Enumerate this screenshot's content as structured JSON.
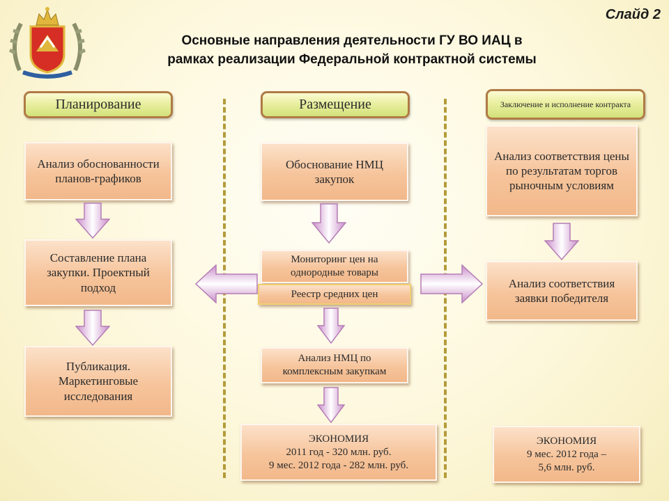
{
  "slide_label": "Слайд 2",
  "title": {
    "line1": "Основные направления деятельности ГУ ВО ИАЦ в",
    "line2": "рамках реализации Федеральной контрактной системы"
  },
  "logo": {
    "icon": "voronezh-coat-of-arms-icon"
  },
  "colors": {
    "box": "#f6c49b",
    "header": "#e9efa0",
    "arrow": "#d8a0d8",
    "divider": "#b39b3a"
  },
  "columns": {
    "planning": {
      "header": "Планирование",
      "items": [
        "Анализ обоснованности планов-графиков",
        "Составление плана закупки. Проектный подход",
        "Публикация. Маркетинговые исследования"
      ]
    },
    "placement": {
      "header": "Размещение",
      "items": [
        "Обоснование НМЦ закупок",
        "Мониторинг цен на однородные товары",
        "Реестр средних цен",
        "Анализ НМЦ по комплексным закупкам"
      ],
      "economy": {
        "title": "ЭКОНОМИЯ",
        "line1": "2011 год - 320 млн. руб.",
        "line2": "9 мес. 2012 года - 282 млн. руб."
      }
    },
    "contract": {
      "header": "Заключение и исполнение контракта",
      "items": [
        "Анализ соответствия цены по результатам торгов рыночным условиям",
        "Анализ соответствия заявки победителя"
      ],
      "economy": {
        "title": "ЭКОНОМИЯ",
        "line1": "9 мес. 2012 года –",
        "line2": "5,6 млн. руб."
      }
    }
  }
}
